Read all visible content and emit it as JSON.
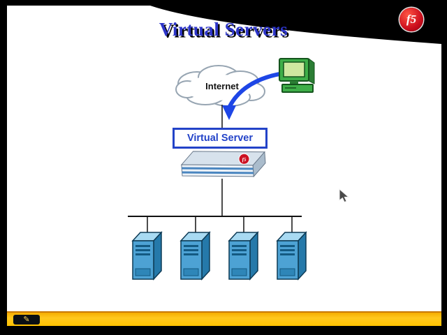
{
  "brand": {
    "logo_text": "f5"
  },
  "slide": {
    "title": "Virtual Servers",
    "cloud_label": "Internet",
    "virtual_server_label": "Virtual Server",
    "appliance_logo_text": "f5",
    "server_count": "4"
  },
  "icons": {
    "pen_tool_glyph": "✎",
    "internet": "cloud",
    "client": "computer-workstation",
    "traffic": "curved-arrow",
    "cursor": "arrow-pointer"
  },
  "colors": {
    "title_blue": "#2d35c8",
    "virtual_server_blue": "#2343c8",
    "arrow_blue": "#1e46e6",
    "logo_red": "#cc1122",
    "toolbar_yellow": "#ffc81e",
    "server_blue": "#4da2d4",
    "background_black": "#000000"
  }
}
